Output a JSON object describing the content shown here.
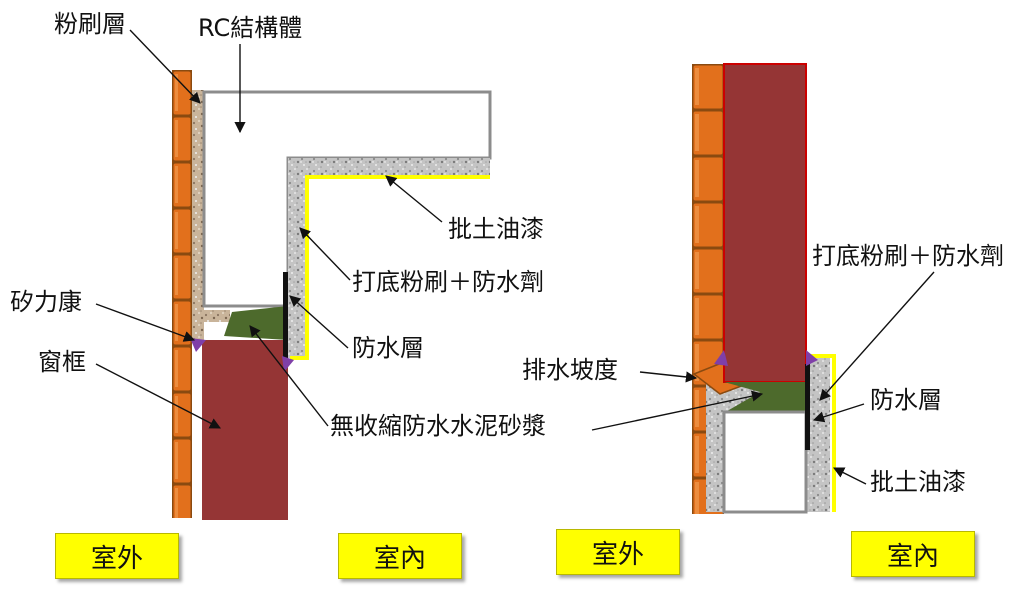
{
  "left_diagram": {
    "labels": {
      "plaster_layer": "粉刷層",
      "rc_structure": "RC結構體",
      "putty_paint": "批土油漆",
      "base_plaster_waterproof_agent": "打底粉刷＋防水劑",
      "silicone": "矽力康",
      "waterproof_layer": "防水層",
      "window_frame": "窗框",
      "non_shrink_mortar": "無收縮防水水泥砂漿"
    },
    "zones": {
      "outdoor": "室外",
      "indoor": "室內"
    }
  },
  "right_diagram": {
    "labels": {
      "base_plaster_waterproof_agent": "打底粉刷＋防水劑",
      "drainage_slope": "排水坡度",
      "waterproof_layer": "防水層",
      "putty_paint": "批土油漆"
    },
    "zones": {
      "outdoor": "室外",
      "indoor": "室內"
    }
  },
  "colors": {
    "brick": "#e2701c",
    "brick_mortar": "#8a4a10",
    "window_frame": "#953535",
    "waterproof_mortar": "#4d6a2c",
    "sealant": "#7f3fa8",
    "paint_line": "#ffff00",
    "waterproof_membrane": "#111111",
    "zone_label_bg": "#ffff00"
  }
}
